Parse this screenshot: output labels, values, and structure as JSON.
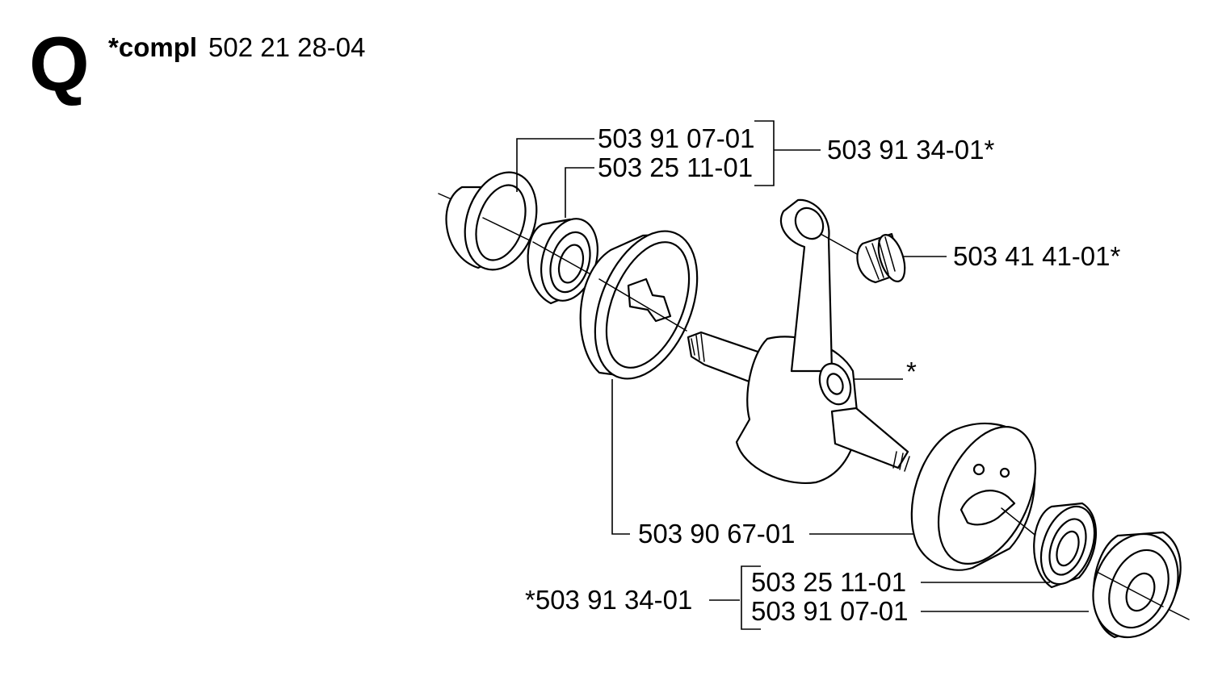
{
  "header": {
    "section_letter": "Q",
    "compl_label": "*compl",
    "compl_number": "502 21 28-04"
  },
  "labels": {
    "top_bearing_outer": "503 91 07-01",
    "top_bearing_inner": "503 25 11-01",
    "top_kit": "503 91 34-01*",
    "needle_bearing": "503 41 41-01*",
    "crank_asterisk": "*",
    "crank_half": "503 90 67-01",
    "bottom_kit": "*503 91 34-01",
    "bottom_bearing_inner": "503 25 11-01",
    "bottom_bearing_outer": "503 91 07-01"
  }
}
